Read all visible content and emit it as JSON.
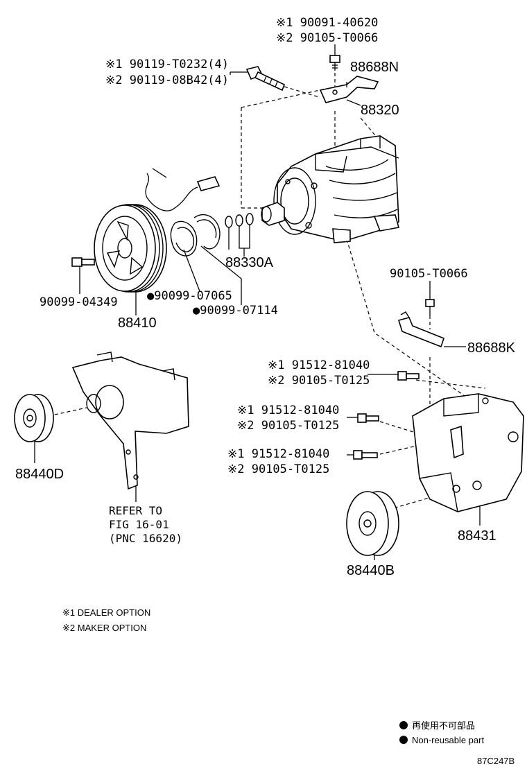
{
  "callouts": {
    "c_90091_40620": "※1 90091-40620",
    "c_90105_T0066_top": "※2 90105-T0066",
    "c_88688N": "88688N",
    "c_90119_T0232": "※1 90119-T0232(4)",
    "c_90119_08B42": "※2 90119-08B42(4)",
    "c_88320": "88320",
    "c_88330A": "88330A",
    "c_90099_04349": "90099-04349",
    "c_90099_07065": "●90099-07065",
    "c_90099_07114": "●90099-07114",
    "c_88410": "88410",
    "c_90105_T0066_mid": "90105-T0066",
    "c_88688K": "88688K",
    "c_91512_81040_a": "※1 91512-81040",
    "c_90105_T0125_a": "※2 90105-T0125",
    "c_91512_81040_b": "※1 91512-81040",
    "c_90105_T0125_b": "※2 90105-T0125",
    "c_91512_81040_c": "※1 91512-81040",
    "c_90105_T0125_c": "※2 90105-T0125",
    "c_88440D": "88440D",
    "c_88431": "88431",
    "c_88440B": "88440B",
    "refer_line1": "REFER TO",
    "refer_line2": "FIG 16-01",
    "refer_line3": "(PNC 16620)"
  },
  "legend": {
    "note1": "※1 DEALER OPTION",
    "note2": "※2 MAKER OPTION",
    "nonreuse_jp": "再使用不可部品",
    "nonreuse_en": "Non-reusable part"
  },
  "figure_code": "87C247B"
}
